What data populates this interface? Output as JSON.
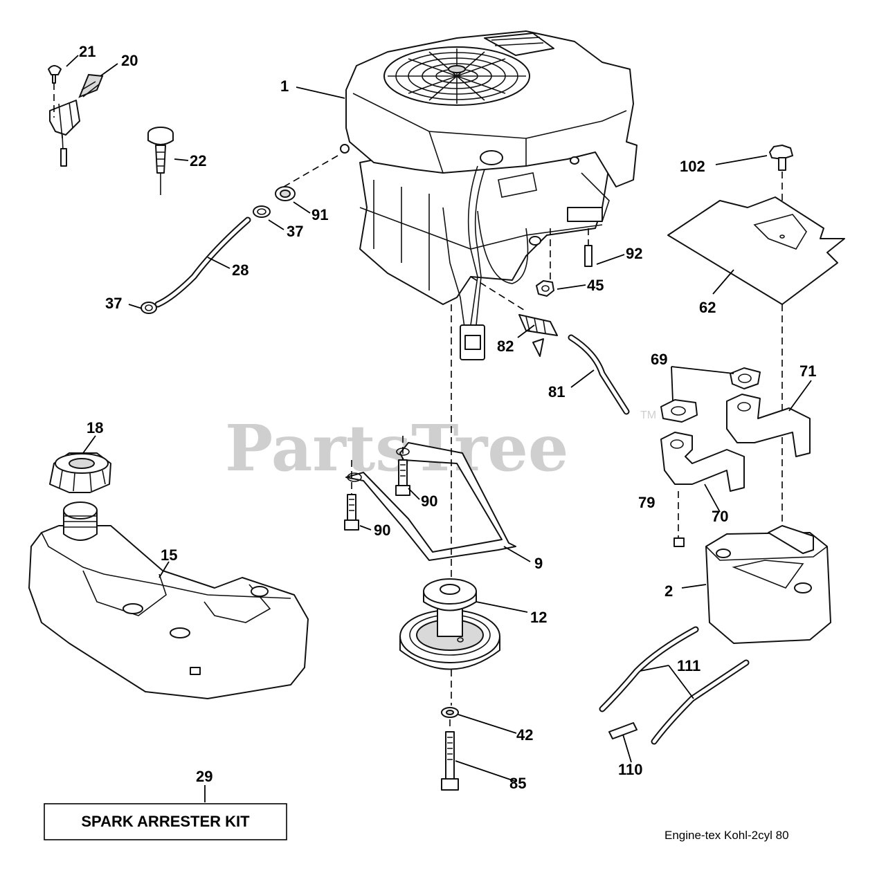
{
  "watermark": {
    "text": "PartsTree",
    "trademark": "TM"
  },
  "callouts": {
    "c1": "1",
    "c2": "2",
    "c9": "9",
    "c12": "12",
    "c15": "15",
    "c18": "18",
    "c20": "20",
    "c21": "21",
    "c22": "22",
    "c28": "28",
    "c29": "29",
    "c37a": "37",
    "c37b": "37",
    "c42": "42",
    "c45": "45",
    "c62": "62",
    "c69": "69",
    "c70": "70",
    "c71": "71",
    "c79": "79",
    "c81": "81",
    "c82": "82",
    "c85": "85",
    "c90a": "90",
    "c90b": "90",
    "c91": "91",
    "c92": "92",
    "c102": "102",
    "c110": "110",
    "c111": "111"
  },
  "kit_box": {
    "label": "SPARK ARRESTER KIT"
  },
  "footer": {
    "reference": "Engine-tex  Kohl-2cyl  80"
  },
  "colors": {
    "line": "#111111",
    "watermark": "#cfcfcf",
    "background": "#ffffff"
  }
}
